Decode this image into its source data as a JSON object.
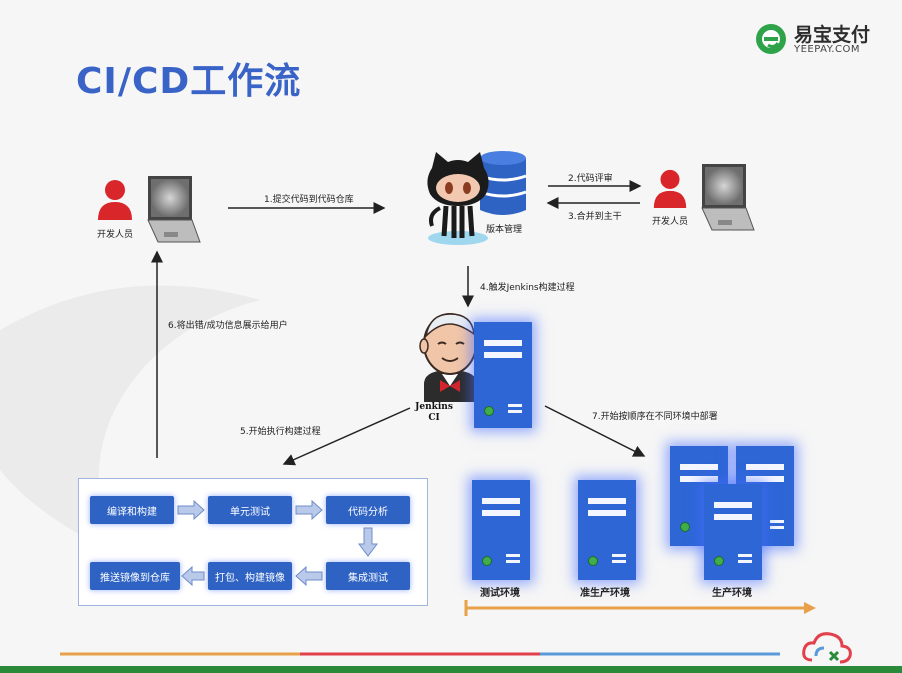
{
  "title": "CI/CD工作流",
  "logo": {
    "brand_cn": "易宝支付",
    "brand_en": "YEEPAY.COM",
    "icon": "yeepay-logo-icon"
  },
  "actors": {
    "dev_left": "开发人员",
    "dev_right": "开发人员",
    "repo": "版本管理",
    "jenkins": "Jenkins\nCI"
  },
  "arrows": {
    "a1": "1.提交代码到代码仓库",
    "a2": "2.代码评审",
    "a3": "3.合并到主干",
    "a4": "4.触发Jenkins构建过程",
    "a5": "5.开始执行构建过程",
    "a6": "6.将出错/成功信息展示给用户",
    "a7": "7.开始按顺序在不同环境中部署"
  },
  "pipeline": {
    "compile": "编译和构建",
    "unit_test": "单元测试",
    "code_analysis": "代码分析",
    "integration_test": "集成测试",
    "package": "打包、构建镜像",
    "push": "推送镜像到仓库"
  },
  "environments": {
    "test": "测试环境",
    "staging": "准生产环境",
    "production": "生产环境"
  },
  "colors": {
    "title": "#3a63c8",
    "box": "#2e63c4",
    "server": "#2e66d6",
    "timeline": "#e8a04a",
    "person": "#d8262b"
  }
}
